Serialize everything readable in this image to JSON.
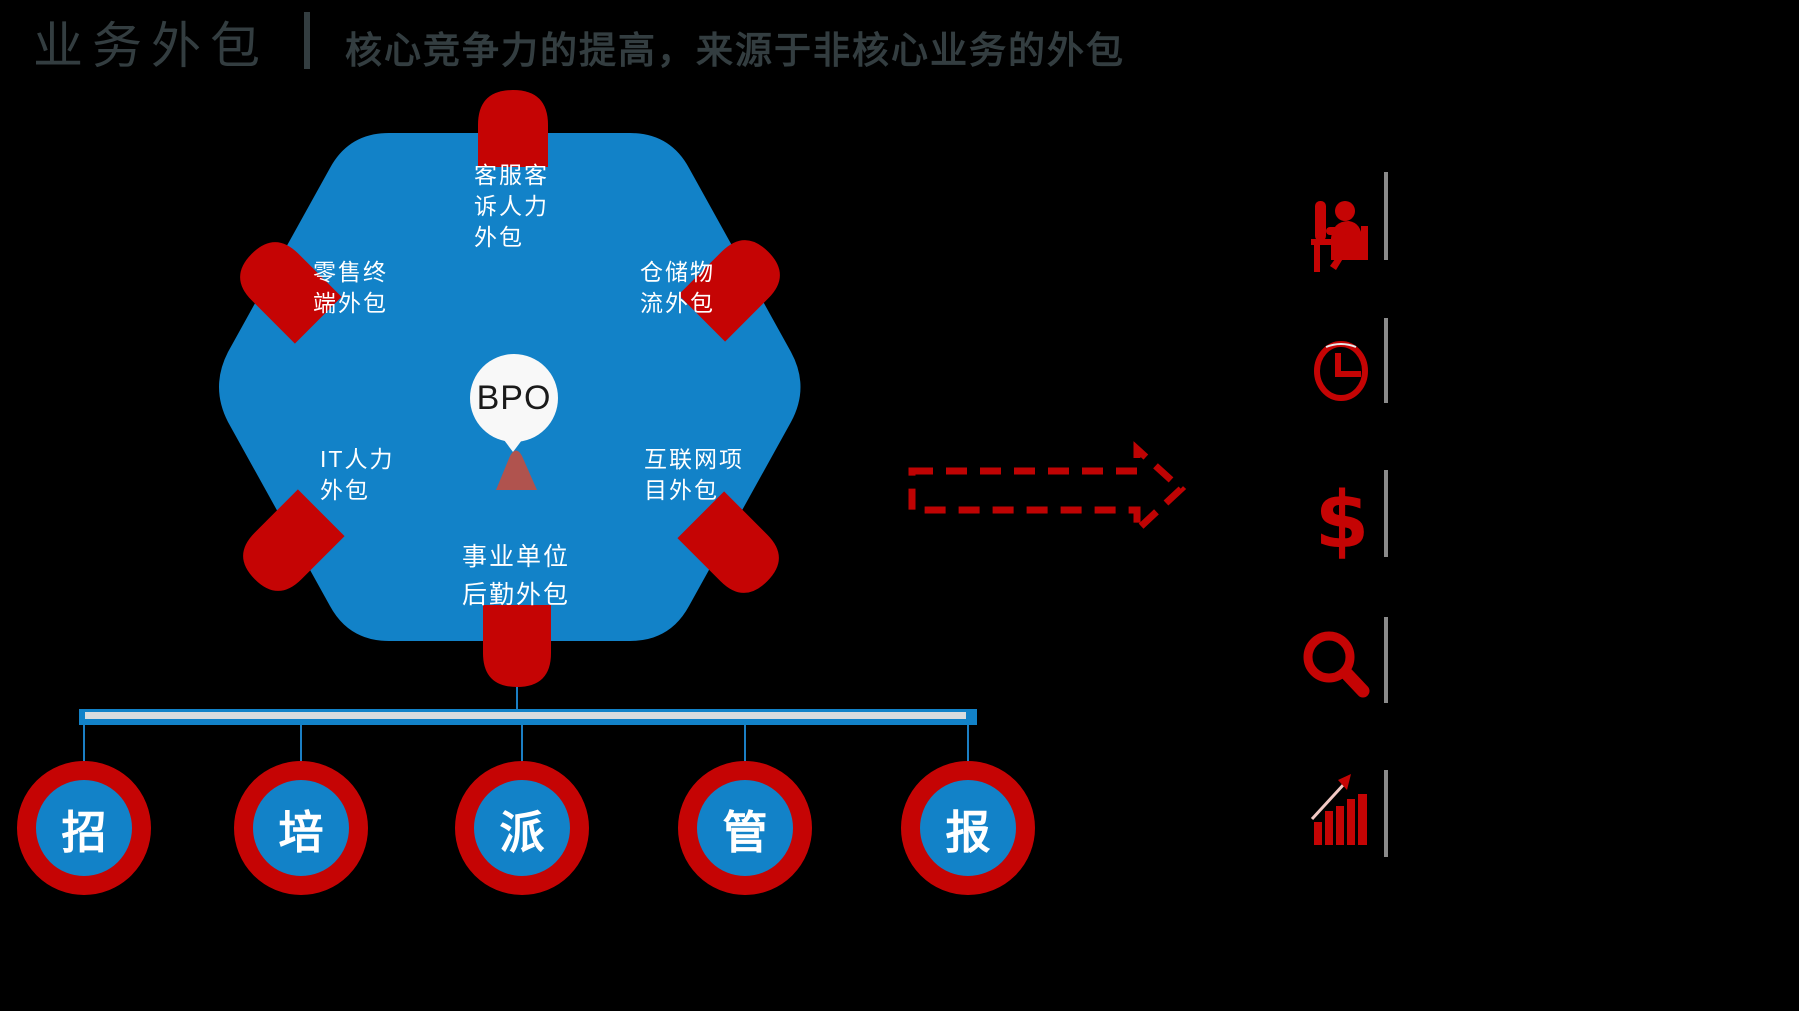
{
  "header": {
    "title": "业务外包",
    "separator": "|",
    "subtitle": "核心竞争力的提高，来源于非核心业务的外包",
    "text_color": "#333d40"
  },
  "hexagon": {
    "center_label": "BPO",
    "fill_color": "#1282c8",
    "pill_color": "#c50404",
    "triangle_color": "#b0534e",
    "nodes": [
      {
        "position": "top",
        "label": "客服客\n诉人力\n外包"
      },
      {
        "position": "upper-left",
        "label": "零售终\n端外包"
      },
      {
        "position": "upper-right",
        "label": "仓储物\n流外包"
      },
      {
        "position": "lower-left",
        "label": "IT人力\n外包"
      },
      {
        "position": "lower-right",
        "label": "互联网项\n目外包"
      },
      {
        "position": "bottom",
        "label": "事业单位\n后勤外包"
      }
    ]
  },
  "process": {
    "bar_color": "#1282c8",
    "connector_color": "#1b7fc4",
    "steps": [
      {
        "label": "招"
      },
      {
        "label": "培"
      },
      {
        "label": "派"
      },
      {
        "label": "管"
      },
      {
        "label": "报"
      }
    ]
  },
  "arrow": {
    "style": "dashed",
    "color": "#bf0303",
    "direction": "right"
  },
  "benefits": {
    "icon_color": "#c50404",
    "divider_color": "#8a8a8a",
    "dollar_symbol": "$",
    "icons": [
      {
        "name": "person-at-desk"
      },
      {
        "name": "clock"
      },
      {
        "name": "dollar-sign"
      },
      {
        "name": "magnifier"
      },
      {
        "name": "growth-chart"
      }
    ]
  }
}
